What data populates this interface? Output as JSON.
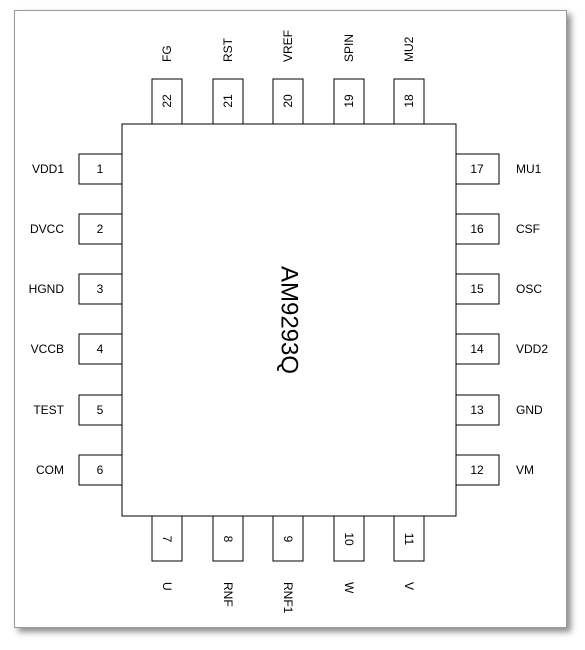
{
  "chip": {
    "name": "AM9293Q"
  },
  "pins": {
    "left": [
      {
        "num": "1",
        "name": "VDD1"
      },
      {
        "num": "2",
        "name": "DVCC"
      },
      {
        "num": "3",
        "name": "HGND"
      },
      {
        "num": "4",
        "name": "VCCB"
      },
      {
        "num": "5",
        "name": "TEST"
      },
      {
        "num": "6",
        "name": "COM"
      }
    ],
    "bottom": [
      {
        "num": "7",
        "name": "U"
      },
      {
        "num": "8",
        "name": "RNF"
      },
      {
        "num": "9",
        "name": "RNF1"
      },
      {
        "num": "10",
        "name": "W"
      },
      {
        "num": "11",
        "name": "V"
      }
    ],
    "right": [
      {
        "num": "12",
        "name": "VM"
      },
      {
        "num": "13",
        "name": "GND"
      },
      {
        "num": "14",
        "name": "VDD2"
      },
      {
        "num": "15",
        "name": "OSC"
      },
      {
        "num": "16",
        "name": "CSF"
      },
      {
        "num": "17",
        "name": "MU1"
      }
    ],
    "top": [
      {
        "num": "18",
        "name": "MU2"
      },
      {
        "num": "19",
        "name": "SPIN"
      },
      {
        "num": "20",
        "name": "VREF"
      },
      {
        "num": "21",
        "name": "RST"
      },
      {
        "num": "22",
        "name": "FG"
      }
    ]
  },
  "colors": {
    "stroke": "#000000",
    "background": "#ffffff"
  }
}
